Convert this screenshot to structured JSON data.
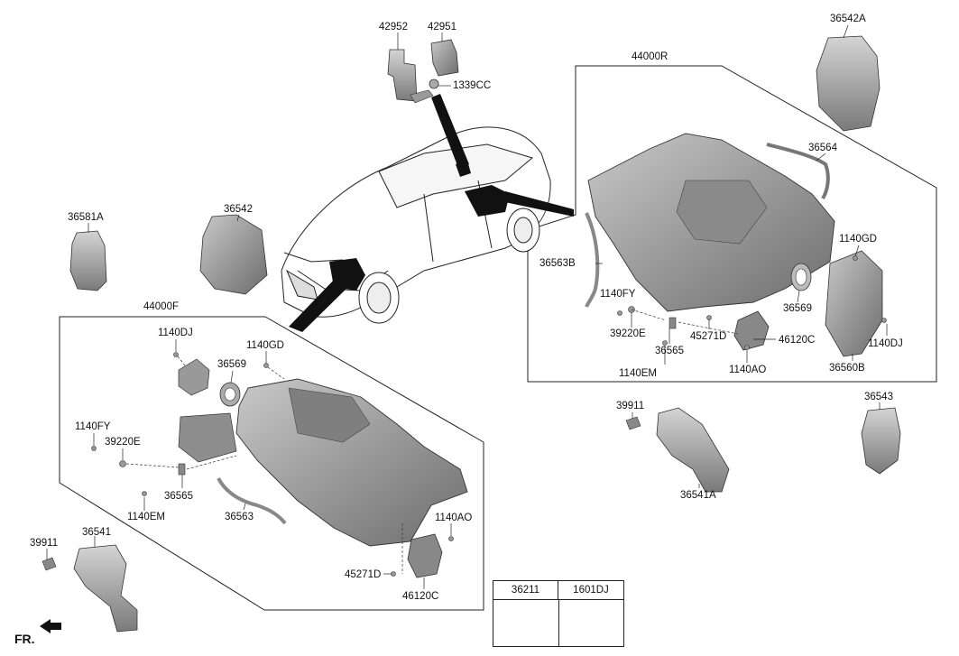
{
  "parts": {
    "p42952": "42952",
    "p42951": "42951",
    "p1339cc": "1339CC",
    "p36542a": "36542A",
    "p44000r": "44000R",
    "p36564": "36564",
    "p36581a": "36581A",
    "p36542": "36542",
    "p1140gd_r": "1140GD",
    "p36563b": "36563B",
    "p1140fy_r": "1140FY",
    "p36569_r": "36569",
    "p39220e_r": "39220E",
    "p45271d_r": "45271D",
    "p46120c_r": "46120C",
    "p36565_r": "36565",
    "p1140dj_r": "1140DJ",
    "p1140em_r": "1140EM",
    "p1140ao_r": "1140AO",
    "p36560b": "36560B",
    "p44000f": "44000F",
    "p1140dj_f": "1140DJ",
    "p1140gd_f": "1140GD",
    "p36569_f": "36569",
    "p39911_r": "39911",
    "p36543": "36543",
    "p1140fy_f": "1140FY",
    "p39220e_f": "39220E",
    "p36541a": "36541A",
    "p36565_f": "36565",
    "p1140em_f": "1140EM",
    "p36563": "36563",
    "p1140ao_f": "1140AO",
    "p39911_f": "39911",
    "p36541": "36541",
    "p45271d_f": "45271D",
    "p46120c_f": "46120C"
  },
  "table": {
    "col1": "36211",
    "col2": "1601DJ"
  },
  "orientation": "FR."
}
